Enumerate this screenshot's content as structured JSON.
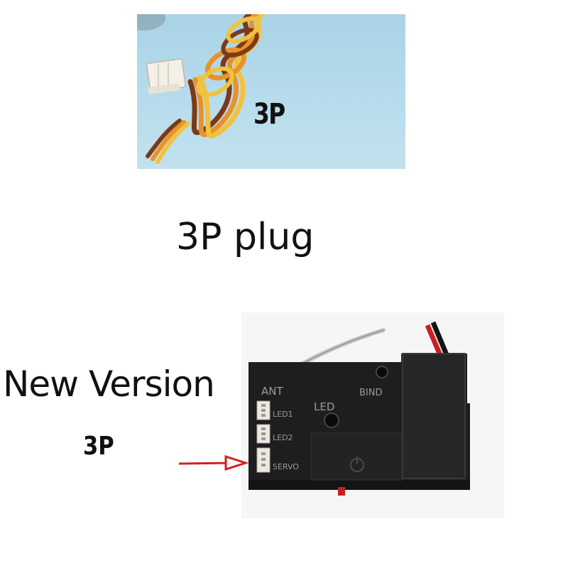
{
  "top_photo": {
    "overlay_text": "3P"
  },
  "caption": "3P plug",
  "bottom_section": {
    "title": "New Version",
    "side_label": "3P",
    "device_labels": {
      "ant": "ANT",
      "led": "LED",
      "bind": "BIND",
      "led1": "LED1",
      "led2": "LED2",
      "servo": "SERVO"
    }
  },
  "colors": {
    "top_photo_background": "#b7dceb",
    "module_body": "#1e1e1e",
    "arrow": "#d42020",
    "wire_orange": "#e8932a",
    "wire_yellow": "#f2c23c",
    "wire_brown": "#7a3a1a"
  }
}
